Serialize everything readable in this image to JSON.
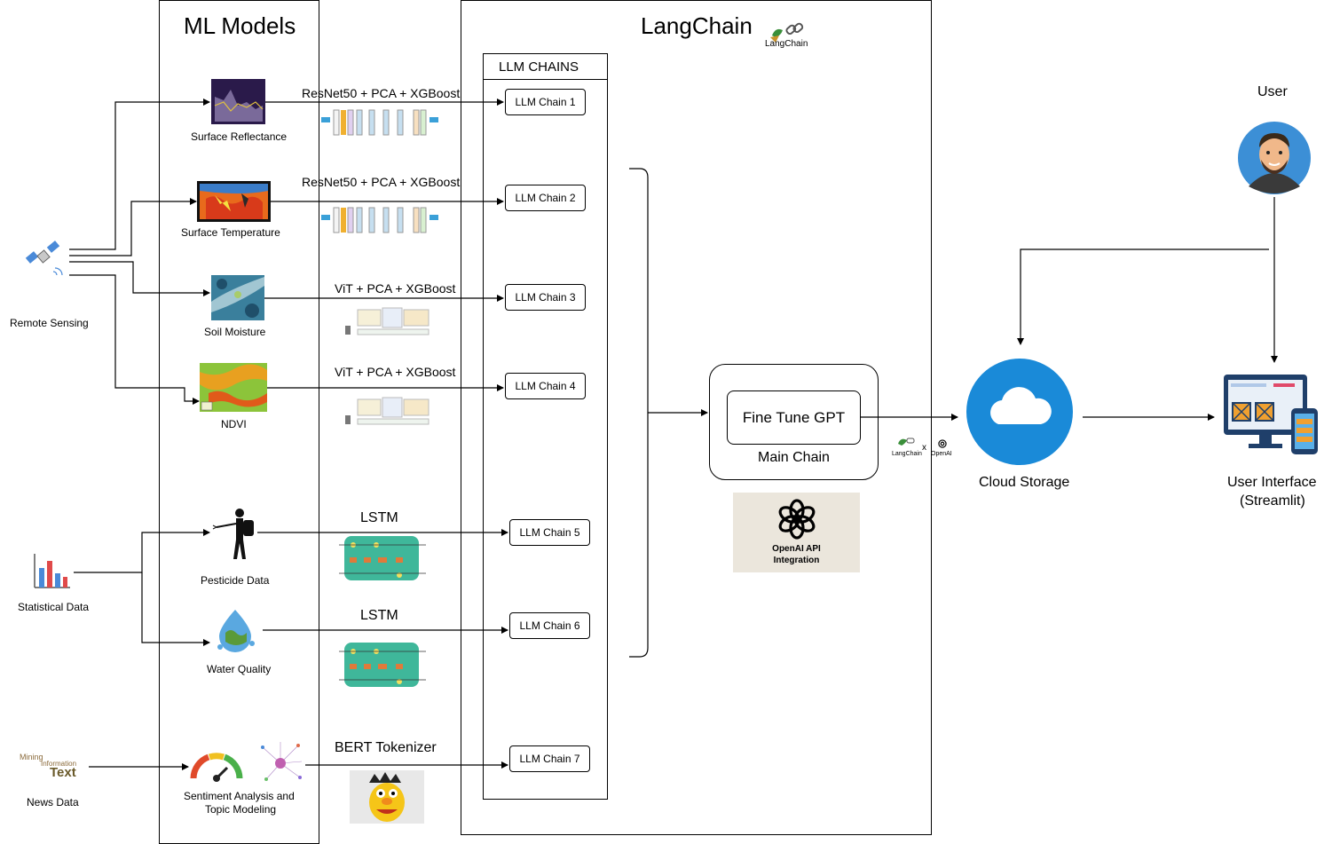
{
  "ml_models": {
    "title": "ML Models"
  },
  "langchain": {
    "title": "LangChain",
    "logo_text": "LangChain"
  },
  "llm_chains": {
    "header": "LLM CHAINS",
    "items": [
      "LLM Chain 1",
      "LLM Chain 2",
      "LLM Chain 3",
      "LLM Chain 4",
      "LLM Chain 5",
      "LLM Chain 6",
      "LLM Chain 7"
    ]
  },
  "sources": {
    "remote_sensing": "Remote Sensing",
    "statistical": "Statistical Data",
    "news": "News Data",
    "news_cloud_words": [
      "Mining",
      "Text",
      "Information"
    ]
  },
  "models": {
    "surface_reflectance": "Surface Reflectance",
    "surface_temperature": "Surface Temperature",
    "soil_moisture": "Soil Moisture",
    "ndvi": "NDVI",
    "pesticide": "Pesticide Data",
    "water_quality": "Water Quality",
    "sentiment_line1": "Sentiment Analysis and",
    "sentiment_line2": "Topic Modeling"
  },
  "pipelines": {
    "p1": "ResNet50 + PCA + XGBoost",
    "p2": "ResNet50 + PCA + XGBoost",
    "p3": "ViT + PCA + XGBoost",
    "p4": "ViT + PCA + XGBoost",
    "p5": "LSTM",
    "p6": "LSTM",
    "p7": "BERT Tokenizer"
  },
  "main_chain": {
    "inner": "Fine Tune GPT",
    "label": "Main Chain"
  },
  "openai": {
    "line1": "OpenAI API",
    "line2": "Integration",
    "small": "OpenAI",
    "x": "x",
    "small_lc": "LangChain"
  },
  "cloud": {
    "label": "Cloud Storage"
  },
  "user": {
    "label": "User"
  },
  "ui": {
    "line1": "User Interface",
    "line2": "(Streamlit)"
  },
  "colors": {
    "cloud_blue": "#1a8ad8",
    "lstm_teal": "#3fb79a",
    "avatar_bg": "#3c8fd6"
  }
}
